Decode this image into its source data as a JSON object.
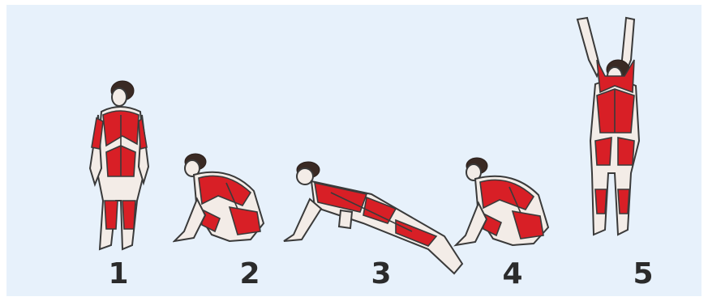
{
  "steps": [
    {
      "number": "1",
      "pose": "standing"
    },
    {
      "number": "2",
      "pose": "squat"
    },
    {
      "number": "3",
      "pose": "plank"
    },
    {
      "number": "4",
      "pose": "squat"
    },
    {
      "number": "5",
      "pose": "jump"
    }
  ],
  "colors": {
    "background": "#e7f1fb",
    "muscle": "#d81f26",
    "skin": "#f3ece7",
    "hair": "#3a2a24",
    "number": "#2b2b2b"
  }
}
